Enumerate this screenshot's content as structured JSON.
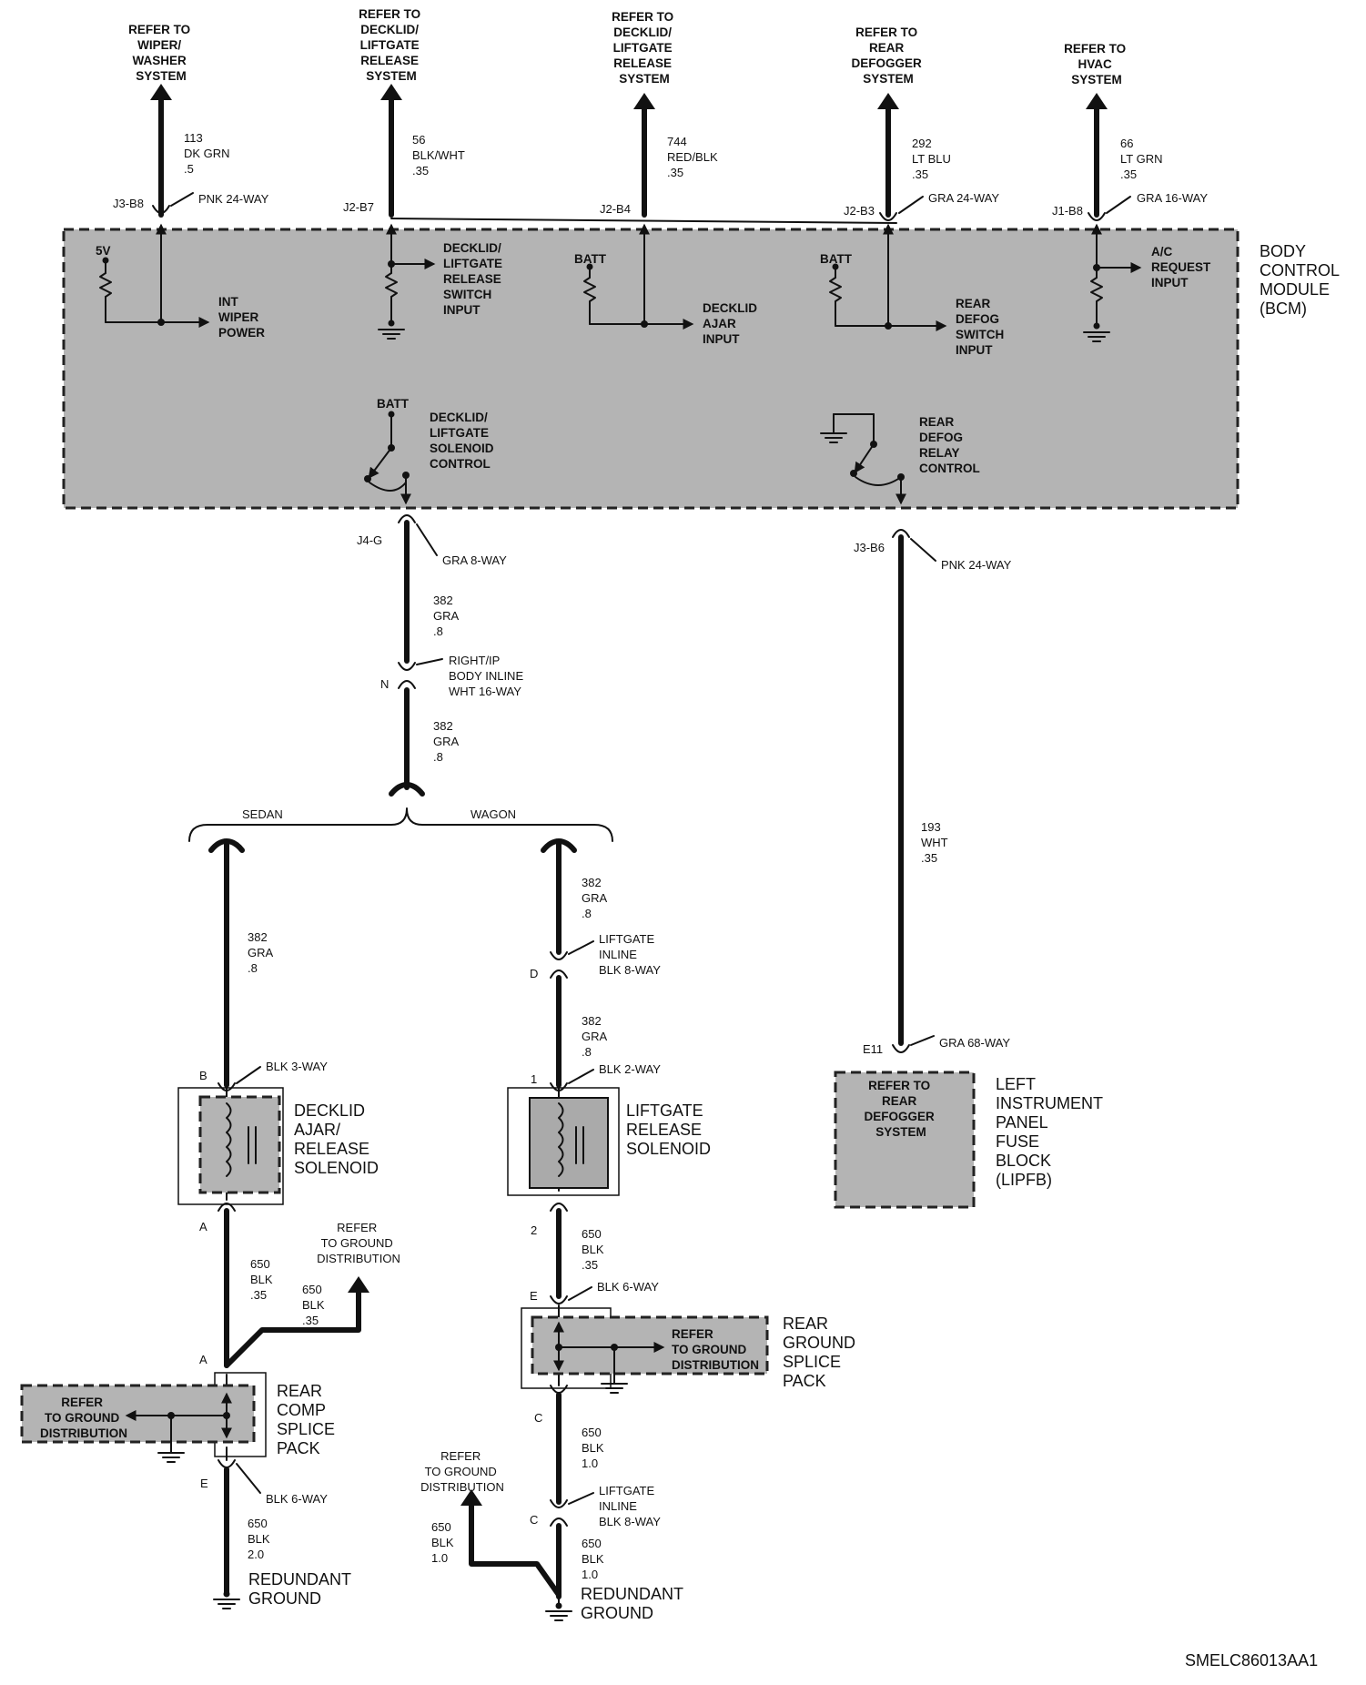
{
  "bcm": {
    "title": [
      "BODY",
      "CONTROL",
      "MODULE",
      "(BCM)"
    ]
  },
  "top_circuits": [
    {
      "refer": [
        "REFER TO",
        "WIPER/",
        "WASHER",
        "SYSTEM"
      ],
      "wire": [
        "113",
        "DK GRN",
        ".5"
      ],
      "pin": "J3-B8",
      "connector": "PNK 24-WAY"
    },
    {
      "refer": [
        "REFER TO",
        "DECKLID/",
        "LIFTGATE",
        "RELEASE",
        "SYSTEM"
      ],
      "wire": [
        "56",
        "BLK/WHT",
        ".35"
      ],
      "pin": "J2-B7",
      "connector": ""
    },
    {
      "refer": [
        "REFER TO",
        "DECKLID/",
        "LIFTGATE",
        "RELEASE",
        "SYSTEM"
      ],
      "wire": [
        "744",
        "RED/BLK",
        ".35"
      ],
      "pin": "J2-B4",
      "connector": ""
    },
    {
      "refer": [
        "REFER TO",
        "REAR",
        "DEFOGGER",
        "SYSTEM"
      ],
      "wire": [
        "292",
        "LT BLU",
        ".35"
      ],
      "pin": "J2-B3",
      "connector": "GRA 24-WAY"
    },
    {
      "refer": [
        "REFER TO",
        "HVAC",
        "SYSTEM"
      ],
      "wire": [
        "66",
        "LT GRN",
        ".35"
      ],
      "pin": "J1-B8",
      "connector": "GRA 16-WAY"
    }
  ],
  "internal": {
    "v5": "5V",
    "batt": "BATT",
    "int_wiper": [
      "INT",
      "WIPER",
      "POWER"
    ],
    "release_input": [
      "DECKLID/",
      "LIFTGATE",
      "RELEASE",
      "SWITCH",
      "INPUT"
    ],
    "ajar_input": [
      "DECKLID",
      "AJAR",
      "INPUT"
    ],
    "defog_input": [
      "REAR",
      "DEFOG",
      "SWITCH",
      "INPUT"
    ],
    "ac_input": [
      "A/C",
      "REQUEST",
      "INPUT"
    ],
    "solenoid_control": [
      "DECKLID/",
      "LIFTGATE",
      "SOLENOID",
      "CONTROL"
    ],
    "relay_control": [
      "REAR",
      "DEFOG",
      "RELAY",
      "CONTROL"
    ]
  },
  "j4": {
    "pin": "J4-G",
    "connector": "GRA 8-WAY",
    "wire1": [
      "382",
      "GRA",
      ".8"
    ],
    "inline_pin": "N",
    "inline": [
      "RIGHT/IP",
      "BODY INLINE",
      "WHT 16-WAY"
    ],
    "wire2": [
      "382",
      "GRA",
      ".8"
    ],
    "sedan": "SEDAN",
    "wagon": "WAGON"
  },
  "sedan": {
    "wire": [
      "382",
      "GRA",
      ".8"
    ],
    "pin_b": "B",
    "conn_b": "BLK 3-WAY",
    "device": [
      "DECKLID",
      "AJAR/",
      "RELEASE",
      "SOLENOID"
    ],
    "pin_a": "A",
    "wire_a": [
      "650",
      "BLK",
      ".35"
    ],
    "wire_branch": [
      "650",
      "BLK",
      ".35"
    ],
    "refer_gnd": [
      "REFER",
      "TO GROUND",
      "DISTRIBUTION"
    ],
    "splice_a": "A",
    "splice_refer": [
      "REFER",
      "TO GROUND",
      "DISTRIBUTION"
    ],
    "splice_name": [
      "REAR",
      "COMP",
      "SPLICE",
      "PACK"
    ],
    "pin_e": "E",
    "conn_e": "BLK 6-WAY",
    "wire_e": [
      "650",
      "BLK",
      "2.0"
    ],
    "ground": [
      "REDUNDANT",
      "GROUND"
    ]
  },
  "wagon": {
    "wire1": [
      "382",
      "GRA",
      ".8"
    ],
    "inline": [
      "LIFTGATE",
      "INLINE",
      "BLK 8-WAY"
    ],
    "pin_d": "D",
    "wire2": [
      "382",
      "GRA",
      ".8"
    ],
    "pin_1": "1",
    "conn_1": "BLK 2-WAY",
    "device": [
      "LIFTGATE",
      "RELEASE",
      "SOLENOID"
    ],
    "pin_2": "2",
    "wire3": [
      "650",
      "BLK",
      ".35"
    ],
    "pin_e": "E",
    "conn_e": "BLK 6-WAY",
    "splice_refer": [
      "REFER",
      "TO GROUND",
      "DISTRIBUTION"
    ],
    "splice_name": [
      "REAR",
      "GROUND",
      "SPLICE",
      "PACK"
    ],
    "pin_c": "C",
    "wire4": [
      "650",
      "BLK",
      "1.0"
    ],
    "refer_gnd": [
      "REFER",
      "TO GROUND",
      "DISTRIBUTION"
    ],
    "wire_branch": [
      "650",
      "BLK",
      "1.0"
    ],
    "inline2": [
      "LIFTGATE",
      "INLINE",
      "BLK 8-WAY"
    ],
    "pin_c2": "C",
    "wire5": [
      "650",
      "BLK",
      "1.0"
    ],
    "ground": [
      "REDUNDANT",
      "GROUND"
    ]
  },
  "defog": {
    "pin": "J3-B6",
    "connector": "PNK 24-WAY",
    "wire": [
      "193",
      "WHT",
      ".35"
    ],
    "pin_e": "E11",
    "conn_e": "GRA 68-WAY",
    "box_text": [
      "REFER TO",
      "REAR",
      "DEFOGGER",
      "SYSTEM"
    ],
    "name": [
      "LEFT",
      "INSTRUMENT",
      "PANEL",
      "FUSE",
      "BLOCK",
      "(LIPFB)"
    ]
  },
  "code": "SMELC86013AA1"
}
